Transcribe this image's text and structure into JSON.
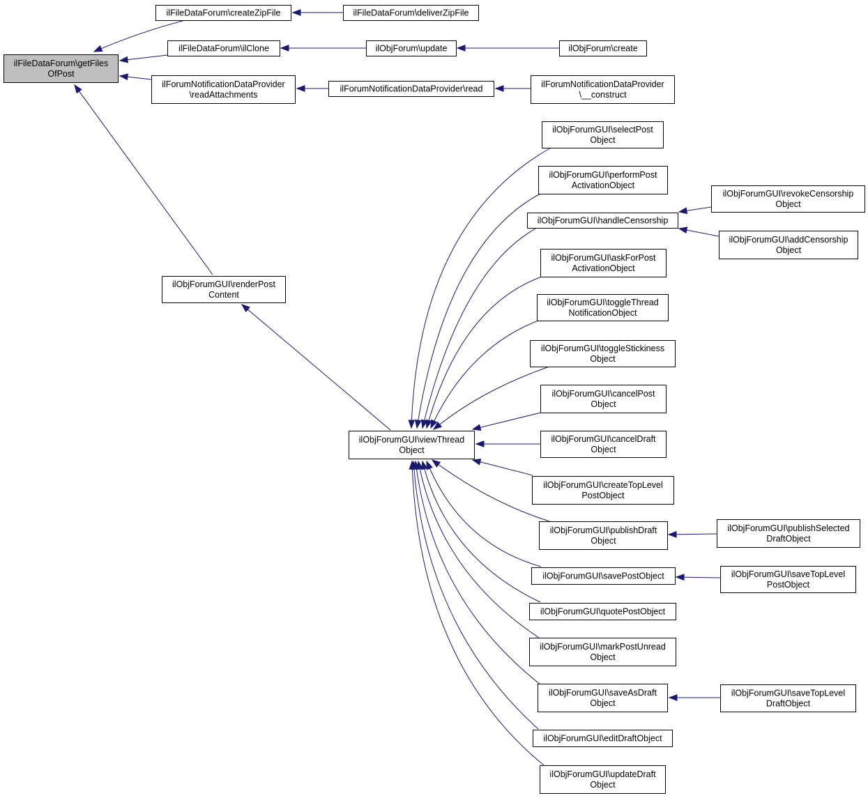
{
  "diagram": {
    "edge_color": "#191970",
    "root_fill": "#bfbfbf",
    "node_fill": "#ffffff",
    "nodes": [
      {
        "id": "getFilesOfPost",
        "lines": [
          "ilFileDataForum\\getFiles",
          "OfPost"
        ],
        "root": true
      },
      {
        "id": "createZipFile",
        "lines": [
          "ilFileDataForum\\createZipFile"
        ]
      },
      {
        "id": "deliverZipFile",
        "lines": [
          "ilFileDataForum\\deliverZipFile"
        ]
      },
      {
        "id": "ilClone",
        "lines": [
          "ilFileDataForum\\ilClone"
        ]
      },
      {
        "id": "forumUpdate",
        "lines": [
          "ilObjForum\\update"
        ]
      },
      {
        "id": "forumCreate",
        "lines": [
          "ilObjForum\\create"
        ]
      },
      {
        "id": "readAttachments",
        "lines": [
          "ilForumNotificationDataProvider",
          "\\readAttachments"
        ]
      },
      {
        "id": "providerRead",
        "lines": [
          "ilForumNotificationDataProvider\\read"
        ]
      },
      {
        "id": "providerConstruct",
        "lines": [
          "ilForumNotificationDataProvider",
          "\\__construct"
        ]
      },
      {
        "id": "renderPostContent",
        "lines": [
          "ilObjForumGUI\\renderPost",
          "Content"
        ]
      },
      {
        "id": "viewThreadObject",
        "lines": [
          "ilObjForumGUI\\viewThread",
          "Object"
        ]
      },
      {
        "id": "selectPostObject",
        "lines": [
          "ilObjForumGUI\\selectPost",
          "Object"
        ]
      },
      {
        "id": "performPostActivationObject",
        "lines": [
          "ilObjForumGUI\\performPost",
          "ActivationObject"
        ]
      },
      {
        "id": "handleCensorship",
        "lines": [
          "ilObjForumGUI\\handleCensorship"
        ]
      },
      {
        "id": "revokeCensorshipObject",
        "lines": [
          "ilObjForumGUI\\revokeCensorship",
          "Object"
        ]
      },
      {
        "id": "addCensorshipObject",
        "lines": [
          "ilObjForumGUI\\addCensorship",
          "Object"
        ]
      },
      {
        "id": "askForPostActivationObject",
        "lines": [
          "ilObjForumGUI\\askForPost",
          "ActivationObject"
        ]
      },
      {
        "id": "toggleThreadNotificationObject",
        "lines": [
          "ilObjForumGUI\\toggleThread",
          "NotificationObject"
        ]
      },
      {
        "id": "toggleStickinessObject",
        "lines": [
          "ilObjForumGUI\\toggleStickiness",
          "Object"
        ]
      },
      {
        "id": "cancelPostObject",
        "lines": [
          "ilObjForumGUI\\cancelPost",
          "Object"
        ]
      },
      {
        "id": "cancelDraftObject",
        "lines": [
          "ilObjForumGUI\\cancelDraft",
          "Object"
        ]
      },
      {
        "id": "createTopLevelPostObject",
        "lines": [
          "ilObjForumGUI\\createTopLevel",
          "PostObject"
        ]
      },
      {
        "id": "publishDraftObject",
        "lines": [
          "ilObjForumGUI\\publishDraft",
          "Object"
        ]
      },
      {
        "id": "publishSelectedDraftObject",
        "lines": [
          "ilObjForumGUI\\publishSelected",
          "DraftObject"
        ]
      },
      {
        "id": "savePostObject",
        "lines": [
          "ilObjForumGUI\\savePostObject"
        ]
      },
      {
        "id": "saveTopLevelPostObject",
        "lines": [
          "ilObjForumGUI\\saveTopLevel",
          "PostObject"
        ]
      },
      {
        "id": "quotePostObject",
        "lines": [
          "ilObjForumGUI\\quotePostObject"
        ]
      },
      {
        "id": "markPostUnreadObject",
        "lines": [
          "ilObjForumGUI\\markPostUnread",
          "Object"
        ]
      },
      {
        "id": "saveAsDraftObject",
        "lines": [
          "ilObjForumGUI\\saveAsDraft",
          "Object"
        ]
      },
      {
        "id": "saveTopLevelDraftObject",
        "lines": [
          "ilObjForumGUI\\saveTopLevel",
          "DraftObject"
        ]
      },
      {
        "id": "editDraftObject",
        "lines": [
          "ilObjForumGUI\\editDraftObject"
        ]
      },
      {
        "id": "updateDraftObject",
        "lines": [
          "ilObjForumGUI\\updateDraft",
          "Object"
        ]
      }
    ],
    "edges": [
      {
        "from": "createZipFile",
        "to": "getFilesOfPost"
      },
      {
        "from": "ilClone",
        "to": "getFilesOfPost"
      },
      {
        "from": "readAttachments",
        "to": "getFilesOfPost"
      },
      {
        "from": "renderPostContent",
        "to": "getFilesOfPost"
      },
      {
        "from": "deliverZipFile",
        "to": "createZipFile"
      },
      {
        "from": "forumUpdate",
        "to": "ilClone"
      },
      {
        "from": "forumCreate",
        "to": "forumUpdate"
      },
      {
        "from": "providerRead",
        "to": "readAttachments"
      },
      {
        "from": "providerConstruct",
        "to": "providerRead"
      },
      {
        "from": "viewThreadObject",
        "to": "renderPostContent"
      },
      {
        "from": "selectPostObject",
        "to": "viewThreadObject"
      },
      {
        "from": "performPostActivationObject",
        "to": "viewThreadObject"
      },
      {
        "from": "handleCensorship",
        "to": "viewThreadObject"
      },
      {
        "from": "askForPostActivationObject",
        "to": "viewThreadObject"
      },
      {
        "from": "toggleThreadNotificationObject",
        "to": "viewThreadObject"
      },
      {
        "from": "toggleStickinessObject",
        "to": "viewThreadObject"
      },
      {
        "from": "cancelPostObject",
        "to": "viewThreadObject"
      },
      {
        "from": "cancelDraftObject",
        "to": "viewThreadObject"
      },
      {
        "from": "createTopLevelPostObject",
        "to": "viewThreadObject"
      },
      {
        "from": "publishDraftObject",
        "to": "viewThreadObject"
      },
      {
        "from": "savePostObject",
        "to": "viewThreadObject"
      },
      {
        "from": "quotePostObject",
        "to": "viewThreadObject"
      },
      {
        "from": "markPostUnreadObject",
        "to": "viewThreadObject"
      },
      {
        "from": "saveAsDraftObject",
        "to": "viewThreadObject"
      },
      {
        "from": "editDraftObject",
        "to": "viewThreadObject"
      },
      {
        "from": "updateDraftObject",
        "to": "viewThreadObject"
      },
      {
        "from": "revokeCensorshipObject",
        "to": "handleCensorship"
      },
      {
        "from": "addCensorshipObject",
        "to": "handleCensorship"
      },
      {
        "from": "publishSelectedDraftObject",
        "to": "publishDraftObject"
      },
      {
        "from": "saveTopLevelPostObject",
        "to": "savePostObject"
      },
      {
        "from": "saveTopLevelDraftObject",
        "to": "saveAsDraftObject"
      }
    ]
  }
}
